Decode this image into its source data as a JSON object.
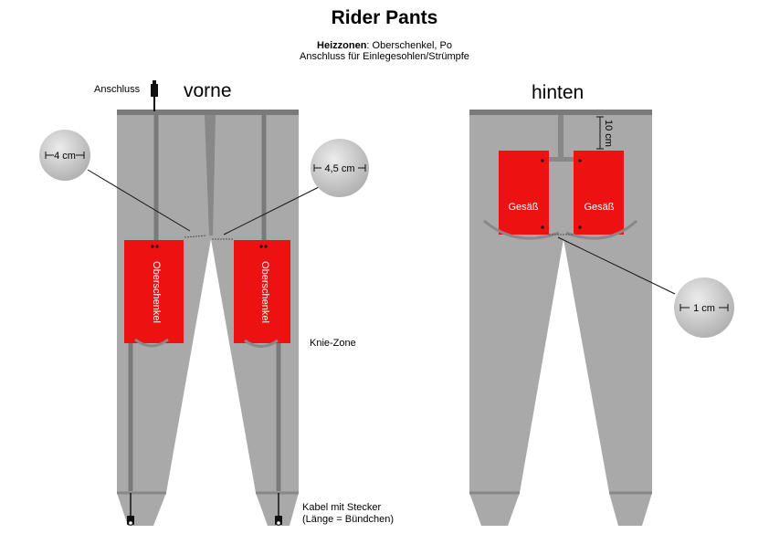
{
  "title": "Rider Pants",
  "heat_zones": {
    "label": "Heizzonen",
    "value": ": Oberschenkel, Po",
    "line2": "Anschluss für Einlegesohlen/Strümpfe"
  },
  "views": {
    "front": "vorne",
    "back": "hinten"
  },
  "labels": {
    "connector": "Anschluss",
    "knee_zone": "Knie-Zone",
    "cable_line1": "Kabel mit Stecker",
    "cable_line2": "(Länge = Bündchen)"
  },
  "zones": {
    "thigh": "Oberschenkel",
    "seat": "Gesäß"
  },
  "measurements": {
    "m4": "4 cm",
    "m45": "4,5 cm",
    "m10": "10 cm",
    "m1": "1 cm"
  },
  "colors": {
    "pants": "#a9a9a9",
    "seams": "#888888",
    "waistband": "#7a7a7a",
    "heat_pad": "#ee1111",
    "bubble": "#c8c8c8"
  }
}
